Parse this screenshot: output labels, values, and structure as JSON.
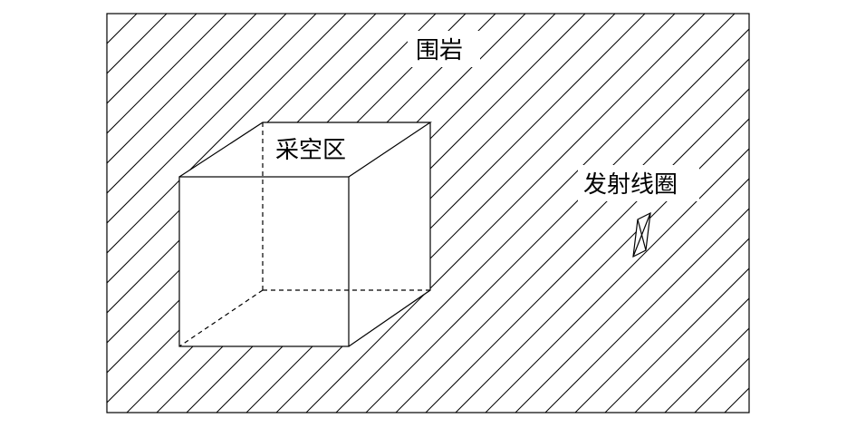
{
  "labels": {
    "surrounding_rock": "围岩",
    "goaf": "采空区",
    "transmitter_coil": "发射线圈"
  },
  "colors": {
    "line": "#000000",
    "background": "#ffffff"
  }
}
